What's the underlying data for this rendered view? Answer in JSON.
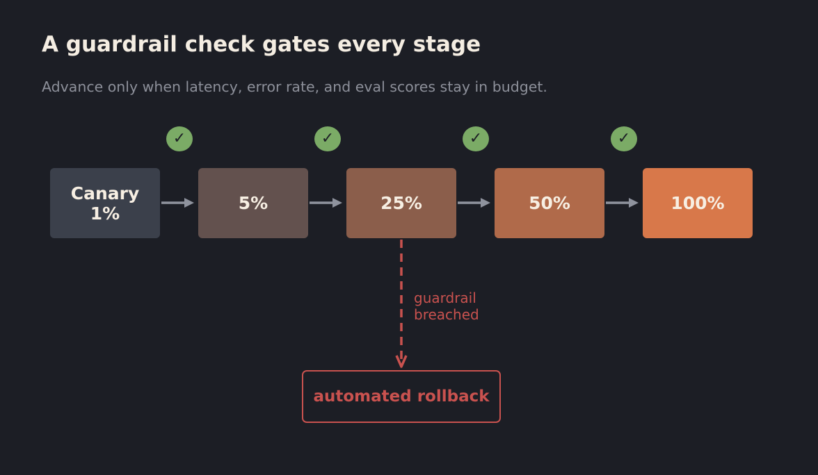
{
  "title": "A guardrail check gates every stage",
  "subtitle": "Advance only when latency, error rate, and eval scores stay in budget.",
  "stages": [
    {
      "label": "Canary\n1%",
      "color": "#3b404b"
    },
    {
      "label": "5%",
      "color": "#63514e"
    },
    {
      "label": "25%",
      "color": "#8b5e4b"
    },
    {
      "label": "50%",
      "color": "#b06a4a"
    },
    {
      "label": "100%",
      "color": "#d8784a"
    }
  ],
  "gate_check_glyph": "✓",
  "gate_check_color": "#7bab66",
  "arrow_color": "#8f939e",
  "breach": {
    "label": "guardrail\nbreached",
    "color": "#c9524f"
  },
  "rollback": {
    "label": "automated rollback"
  }
}
